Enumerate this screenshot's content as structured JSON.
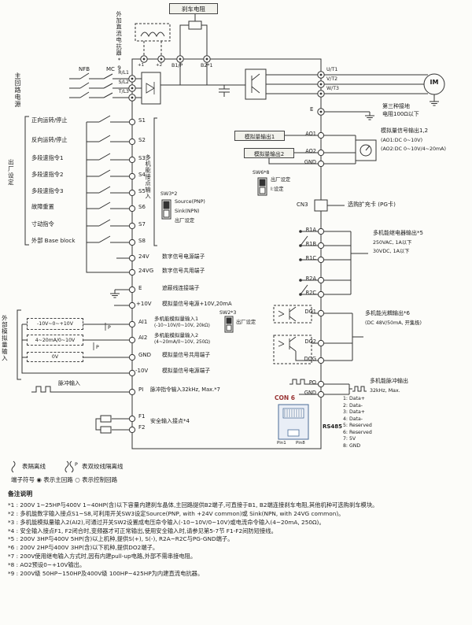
{
  "top": {
    "brake_resistor": "刹车电阻",
    "dc_reactor": "外加直流电抗器*9",
    "dc_t1": "+1",
    "dc_t2": "+2",
    "b1": "B1/P",
    "b2": "B2*1",
    "nfb": "NFB",
    "mc": "MC",
    "main_power": "主回路电源",
    "r": "R/L1",
    "s": "S/L2",
    "t": "T/L3",
    "u": "U/T1",
    "v": "V/T2",
    "w": "W/T3",
    "motor": "IM",
    "e_right": "E",
    "ground_note1": "第三种接地",
    "ground_note2": "电阻100Ω以下"
  },
  "digital_inputs": {
    "section_label": "出厂设定",
    "group_label": "多机能接点输入",
    "rows": [
      {
        "func": "正向运转/停止",
        "term": "S1"
      },
      {
        "func": "反向运转/停止",
        "term": "S2"
      },
      {
        "func": "多段速指令1",
        "term": "S3"
      },
      {
        "func": "多段速指令2",
        "term": "S4"
      },
      {
        "func": "多段速指令3",
        "term": "S5"
      },
      {
        "func": "故障重置",
        "term": "S6"
      },
      {
        "func": "寸动指令",
        "term": "S7"
      },
      {
        "func": "外部 Base block",
        "term": "S8"
      }
    ],
    "sw3": {
      "label": "SW3*2",
      "source": "Source(PNP)",
      "sink": "Sink(NPN)",
      "note": "出厂设定"
    },
    "p24": {
      "term": "24V",
      "desc": "数字信号电源端子"
    },
    "p24g": {
      "term": "24VG",
      "desc": "数字信号共用端子"
    },
    "shield": {
      "term": "E",
      "desc": "遮蔽线连接端子"
    }
  },
  "analog_inputs": {
    "section_label": "外部模拟量输入",
    "p10": {
      "term": "+10V",
      "desc": "模拟量信号电源+10V,20mA"
    },
    "src1": "-10V~0~+10V",
    "src2": "4~20mA/0~10V",
    "src3": "0V",
    "ai1": {
      "term": "AI1",
      "desc1": "多机能模拟量输入1",
      "desc2": "(-10~10V/0~10V, 20kΩ)"
    },
    "ai2": {
      "term": "AI2",
      "desc1": "多机能模拟量输入2",
      "desc2": "(4~20mA/0~10V, 250Ω)"
    },
    "sw2": {
      "label": "SW2*3",
      "note": "出厂设定"
    },
    "gnd": {
      "term": "GND",
      "desc": "模拟量信号共用端子"
    },
    "n10": {
      "term": "-10V",
      "desc": "模拟量信号电源端子"
    },
    "p_marker": "P",
    "pulse_label": "脉冲输入",
    "pi": {
      "term": "PI",
      "desc": "脉冲指令输入32kHz, Max.*7"
    },
    "safety": {
      "f1": "F1",
      "f2": "F2",
      "desc": "安全输入接点*4"
    }
  },
  "right": {
    "ao_box1": "模拟量输出1",
    "ao_box2": "模拟量输出2",
    "ao1": "AO1",
    "ao2": "AO2",
    "gnd": "GND",
    "ao_desc1": "模拟量信号输出1,2",
    "ao_desc2": "(AO1:DC 0~10V)",
    "ao_desc3": "(AO2:DC 0~10V/4~20mA)",
    "sw6": {
      "label": "SW6*8",
      "note1": "出厂设定",
      "note2": "I:设定"
    },
    "cn3": {
      "term": "CN3",
      "desc": "选购扩充卡 (PG卡)"
    },
    "relay": {
      "r1a": "R1A",
      "r1b": "R1B",
      "r1c": "R1C",
      "r2a": "R2A",
      "r2c": "R2C",
      "desc1": "多机能继电器输出*5",
      "desc2": "250VAC, 1A以下",
      "desc3": "30VDC, 1A以下"
    },
    "do": {
      "do1": "DO1",
      "do2": "DO2",
      "dog": "DOG",
      "desc1": "多机能光耦输出*6",
      "desc2": "(DC 48V/50mA, 开集极)"
    },
    "po": {
      "term": "PO",
      "gnd": "GND",
      "desc1": "多机能脉冲输出",
      "desc2": "32kHz, Max."
    },
    "con6": {
      "label": "CON 6",
      "rs485": "RS485",
      "pin_first": "Pin1",
      "pin_last": "Pin8",
      "pins": [
        "1: Data+",
        "2: Data-",
        "3: Data+",
        "4: Data-",
        "5: Reserved",
        "6: Reserved",
        "7: 5V",
        "8: GND"
      ]
    }
  },
  "legend": {
    "shield": "表隔离线",
    "p": "P",
    "twisted": "表双绞线隔离线",
    "terminal": "端子符号 ◉ 表示主回路 ○ 表示控制回路"
  },
  "notes": {
    "title": "备注说明",
    "items": [
      "*1 : 200V 1~25HP与400V 1~40HP(含)以下容量内建刹车晶体,主回路提供B2端子,可直接于B1, B2端连接刹车电阻,其他机种可选购刹车模块。",
      "*2 : 多机能数字输入接点S1~S8,可利用开关SW3设定Source(PNP, with +24V common)或 Sink(NPN, with 24VG common)。",
      "*3 : 多机能模拟量输入2(AI2),可通过开关SW2设置成电压命令输入(-10~10V/0~10V)或电流命令输入(4~20mA, 250Ω)。",
      "*4 : 安全输入接点F1, F2闭合时,变频器才可正常输出,使用安全输入时,请参见第5-7节 F1-F2间防短接线。",
      "*5 : 200V 3HP与400V 5HP(含)以上机种,提供S(+), S(-), R2A~R2C与PG-GND端子。",
      "*6 : 200V 2HP与400V 3HP(含)以下机种,提供DO2端子。",
      "*7 : 200V使用继电输入方式时,因有内建pull-up电路,外部不需串接电阻。",
      "*8 : AO2预设0~+10V输出。",
      "*9 : 200V级 50HP~150HP及400V级 100HP~425HP为内建直流电抗器。"
    ]
  },
  "colors": {
    "line": "#333333",
    "accent_red": "#993333",
    "connector_blue": "#4a6b96"
  }
}
